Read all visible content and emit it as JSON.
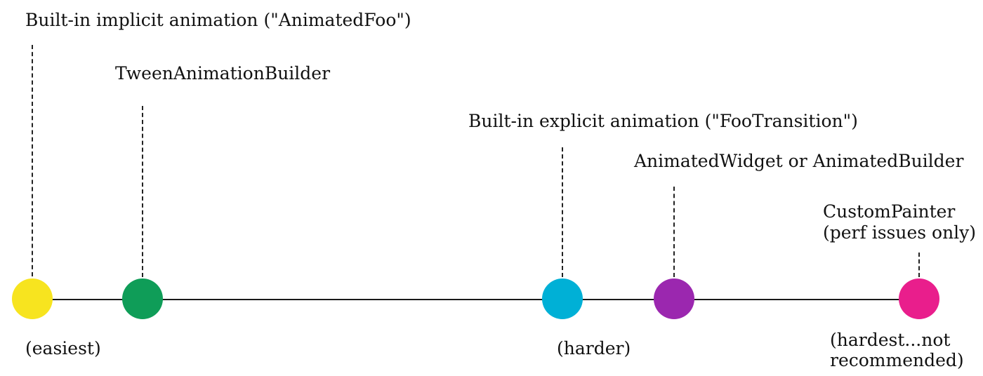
{
  "timeline": {
    "stops": [
      {
        "label_lines": [
          "Built-in implicit animation (\"AnimatedFoo\")"
        ],
        "color": "#f7e41f"
      },
      {
        "label_lines": [
          "TweenAnimationBuilder"
        ],
        "color": "#0f9d58"
      },
      {
        "label_lines": [
          "Built-in explicit animation (\"FooTransition\")"
        ],
        "color": "#00b0d6"
      },
      {
        "label_lines": [
          "AnimatedWidget or AnimatedBuilder"
        ],
        "color": "#9b27af"
      },
      {
        "label_lines": [
          "CustomPainter",
          "(perf issues only)"
        ],
        "color": "#e91e8c"
      }
    ],
    "notes": {
      "easiest": "(easiest)",
      "harder": "(harder)",
      "hardest_lines": [
        "(hardest...not",
        "recommended)"
      ]
    }
  }
}
